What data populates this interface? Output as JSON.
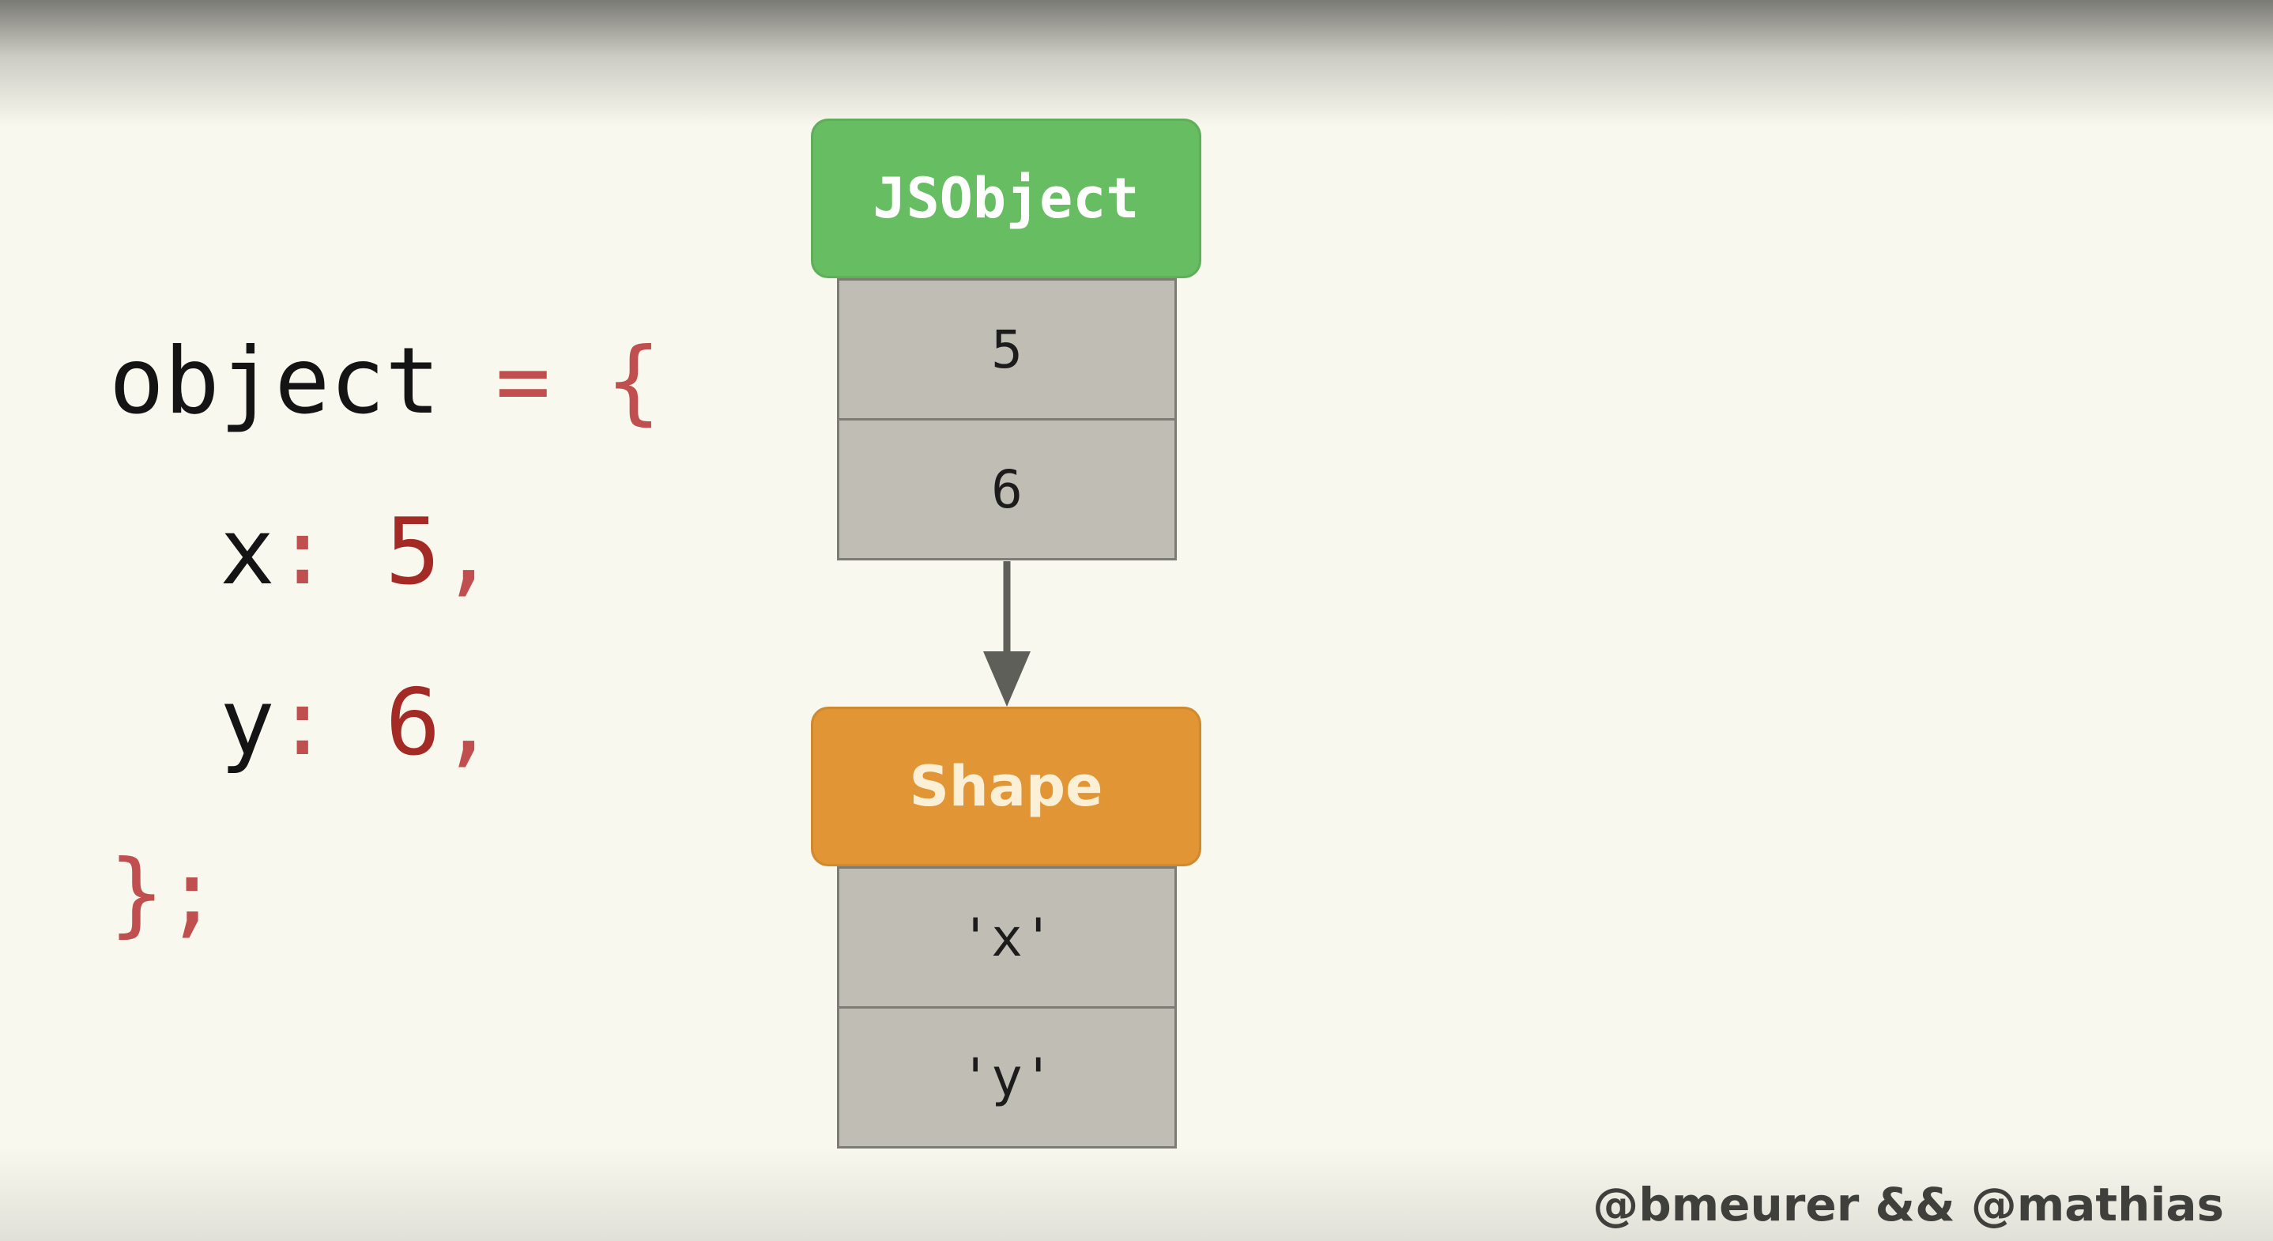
{
  "code": {
    "line1": {
      "name": "object",
      "op": "=",
      "brace": "{"
    },
    "line2": {
      "key": "x",
      "colon": ":",
      "value": "5",
      "comma": ","
    },
    "line3": {
      "key": "y",
      "colon": ":",
      "value": "6",
      "comma": ","
    },
    "line4": {
      "brace": "}",
      "semi": ";"
    }
  },
  "diagram": {
    "object_label": "JSObject",
    "object_slots": [
      "5",
      "6"
    ],
    "shape_label": "Shape",
    "shape_slots": [
      "'x'",
      "'y'"
    ]
  },
  "credit": "@bmeurer && @mathias",
  "colors": {
    "background": "#f9f8ee",
    "jsobject": "#66bd62",
    "shape": "#e19534",
    "cell": "#bfbdb4",
    "number": "#a42a25",
    "punctuation": "#c05050",
    "arrow": "#5f5f5a"
  }
}
